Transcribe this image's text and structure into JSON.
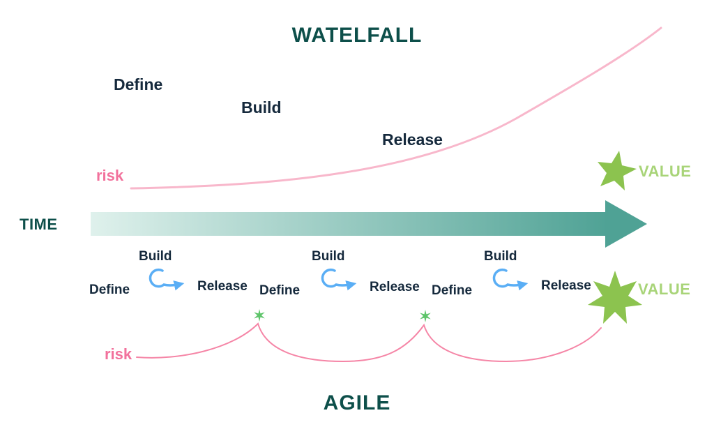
{
  "titles": {
    "waterfall": "WATELFALL",
    "agile": "AGILE"
  },
  "time_label": "TIME",
  "waterfall": {
    "phases": {
      "define": "Define",
      "build": "Build",
      "release": "Release"
    },
    "risk_label": "risk",
    "value_label": "VALUE"
  },
  "agile": {
    "cycles": [
      {
        "define": "Define",
        "build": "Build",
        "release": "Release"
      },
      {
        "define": "Define",
        "build": "Build",
        "release": "Release"
      },
      {
        "define": "Define",
        "build": "Build",
        "release": "Release"
      }
    ],
    "risk_label": "risk",
    "value_label": "VALUE"
  },
  "colors": {
    "title_color": "#0d4f4a",
    "label_color": "#15293c",
    "risk_text": "#f2719c",
    "curve_top": "#f8b7cb",
    "curve_bottom": "#f585a6",
    "loop_color": "#5aaef5",
    "star_color": "#8cc34f",
    "sparkle_color": "#5ec46a",
    "value_color": "#a8d478",
    "arrow_start": "#dff1ec",
    "arrow_end": "#4fa295"
  }
}
